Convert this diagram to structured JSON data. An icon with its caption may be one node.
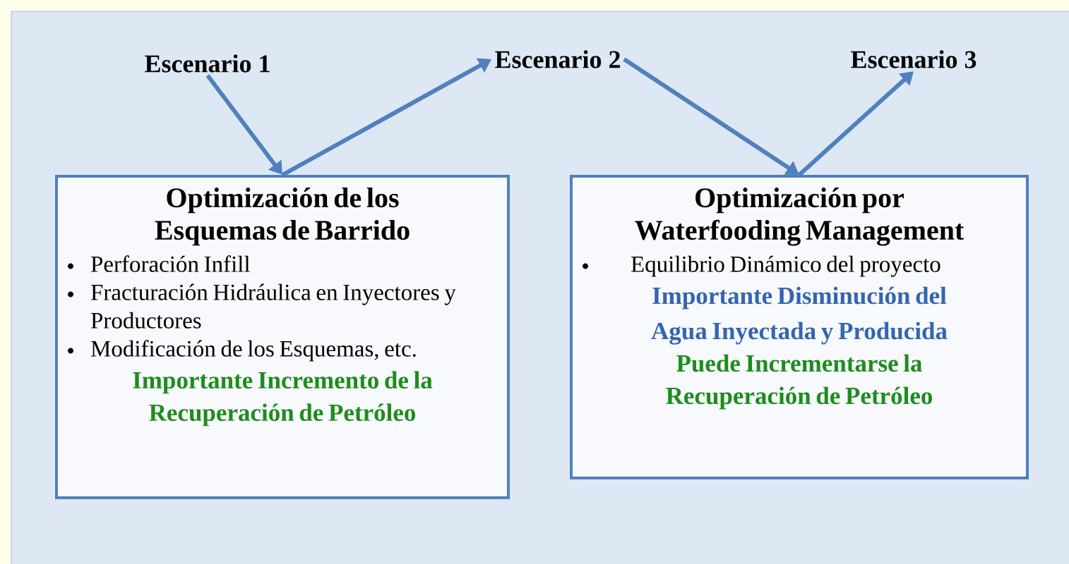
{
  "diagram": {
    "nodes": [
      {
        "text": [
          "Escenario 1"
        ]
      },
      {
        "text": [
          "Escenario 2"
        ]
      },
      {
        "text": [
          "Escenario 3"
        ]
      },
      {
        "text": [
          "Optimización de los Esquemas de Barrido",
          "Perforación Infill",
          "Fracturación Hidráulica en Inyectores y Productores",
          "Modificación de los Esquemas, etc.",
          "Importante Incremento de la Recuperación de Petróleo"
        ]
      },
      {
        "text": [
          "Optimización por Waterfooding Management",
          "Equilibrio Dinámico del proyecto",
          "Importante Disminución del Agua Inyectada y Producida",
          "Puede Incrementarse la Recuperación de Petróleo"
        ]
      }
    ],
    "edges": [
      {
        "from": 0,
        "to": 3,
        "arrow": "to"
      },
      {
        "from": 3,
        "to": 1,
        "arrow": "to"
      },
      {
        "from": 1,
        "to": 4,
        "arrow": "to"
      },
      {
        "from": 4,
        "to": 2,
        "arrow": "to"
      }
    ]
  }
}
